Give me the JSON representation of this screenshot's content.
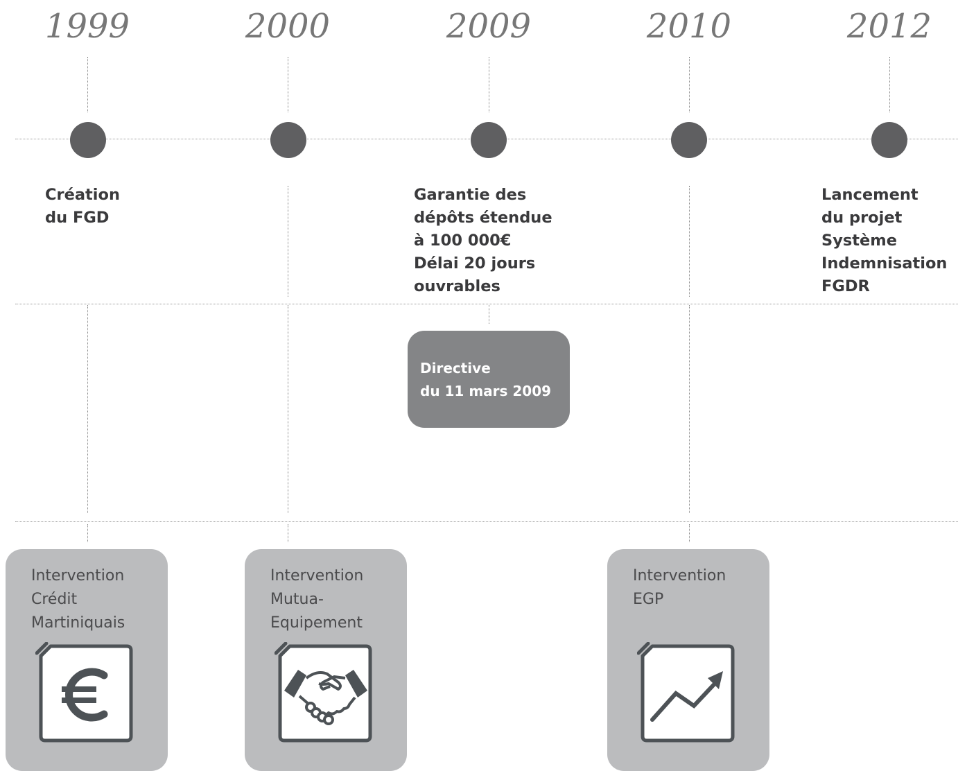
{
  "timeline": {
    "years": [
      "1999",
      "2000",
      "2009",
      "2010",
      "2012"
    ],
    "events": {
      "1999": "Création\ndu FGD",
      "2009": "Garantie des\ndépôts étendue\nà 100 000€\nDélai 20 jours\nouvrables",
      "2012": "Lancement\ndu projet\nSystème\nIndemnisation\nFGDR"
    },
    "directive": "Directive\ndu 11 mars 2009",
    "interventions": {
      "1999": "Intervention\nCrédit\nMartiniquais",
      "2000": "Intervention\nMutua-\nEquipement",
      "2010": "Intervention\nEGP"
    },
    "icons": {
      "1999": "euro-document-icon",
      "2000": "handshake-document-icon",
      "2010": "growth-chart-document-icon"
    },
    "colors": {
      "dot": "#5f5f61",
      "directive_box": "#848587",
      "intervention_box": "#bbbcbe",
      "icon_frame": "#4d5256"
    }
  }
}
